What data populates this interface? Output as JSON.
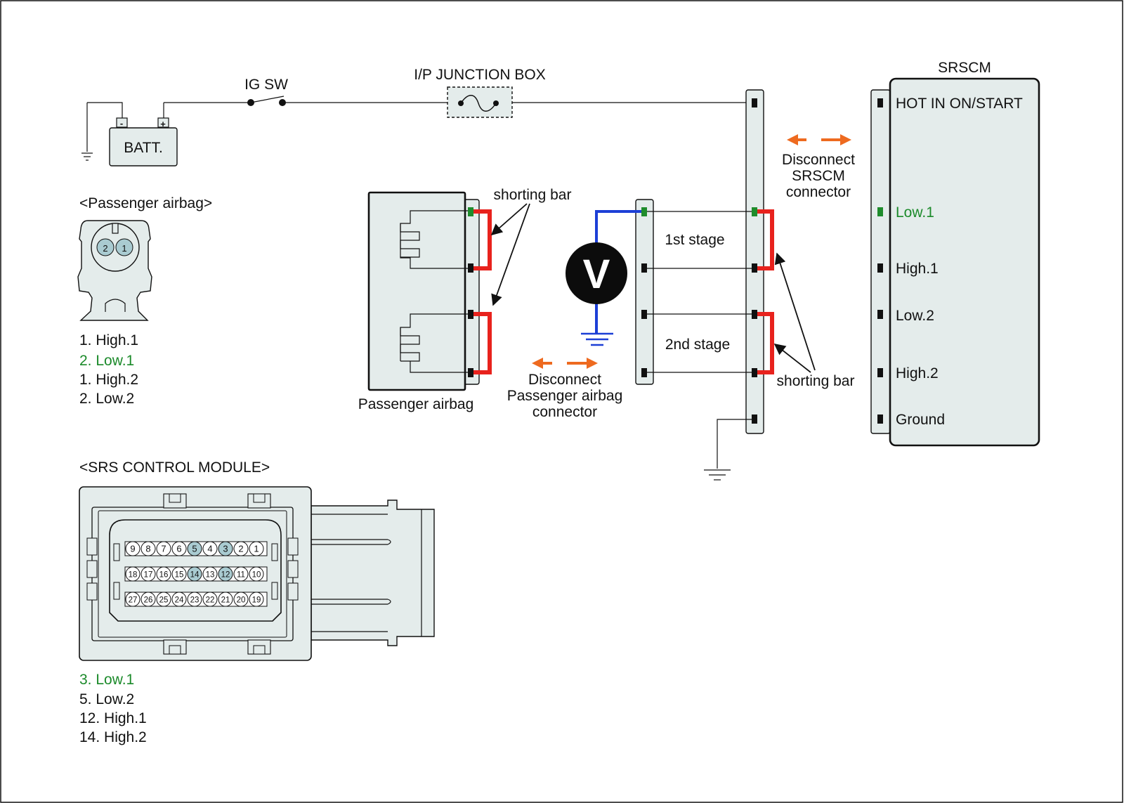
{
  "battery": {
    "label": "BATT.",
    "neg": "-",
    "pos": "+"
  },
  "ig_switch": {
    "label": "IG SW"
  },
  "junction_box": {
    "label": "I/P JUNCTION BOX"
  },
  "srscm": {
    "title": "SRSCM",
    "pins": [
      {
        "label": "HOT IN ON/START",
        "highlight": false
      },
      {
        "label": "Low.1",
        "highlight": true
      },
      {
        "label": "High.1",
        "highlight": false
      },
      {
        "label": "Low.2",
        "highlight": false
      },
      {
        "label": "High.2",
        "highlight": false
      },
      {
        "label": "Ground",
        "highlight": false
      }
    ]
  },
  "passenger_airbag_connector": {
    "title": "<Passenger airbag>",
    "cavities": [
      "2",
      "1"
    ],
    "legend": [
      {
        "text": "1. High.1",
        "highlight": false
      },
      {
        "text": "2. Low.1",
        "highlight": true
      },
      {
        "text": "1. High.2",
        "highlight": false
      },
      {
        "text": "2. Low.2",
        "highlight": false
      }
    ]
  },
  "passenger_airbag": {
    "label": "Passenger airbag"
  },
  "shorting_bar_label": "shorting bar",
  "voltmeter": {
    "symbol": "V"
  },
  "stages": {
    "first": "1st stage",
    "second": "2nd stage"
  },
  "disconnect_srscm": [
    "Disconnect",
    "SRSCM",
    "connector"
  ],
  "disconnect_airbag": [
    "Disconnect",
    "Passenger airbag",
    "connector"
  ],
  "srs_module": {
    "title": "<SRS CONTROL MODULE>",
    "rows": [
      [
        "9",
        "8",
        "7",
        "6",
        "5",
        "4",
        "3",
        "2",
        "1"
      ],
      [
        "18",
        "17",
        "16",
        "15",
        "14",
        "13",
        "12",
        "11",
        "10"
      ],
      [
        "27",
        "26",
        "25",
        "24",
        "23",
        "22",
        "21",
        "20",
        "19"
      ]
    ],
    "highlighted": [
      "3",
      "5",
      "12",
      "14"
    ],
    "legend": [
      {
        "text": "3. Low.1",
        "highlight": true
      },
      {
        "text": "5. Low.2",
        "highlight": false
      },
      {
        "text": "12. High.1",
        "highlight": false
      },
      {
        "text": "14. High.2",
        "highlight": false
      }
    ]
  },
  "colors": {
    "highlight_text": "#1b8a2a",
    "shorting_bar": "#e8221d",
    "meter_lead": "#1c3fd6",
    "disconnect_arrow": "#ee6a1f",
    "connector_fill": "#e4eceb",
    "cavity_highlight": "#a9cbd1"
  }
}
